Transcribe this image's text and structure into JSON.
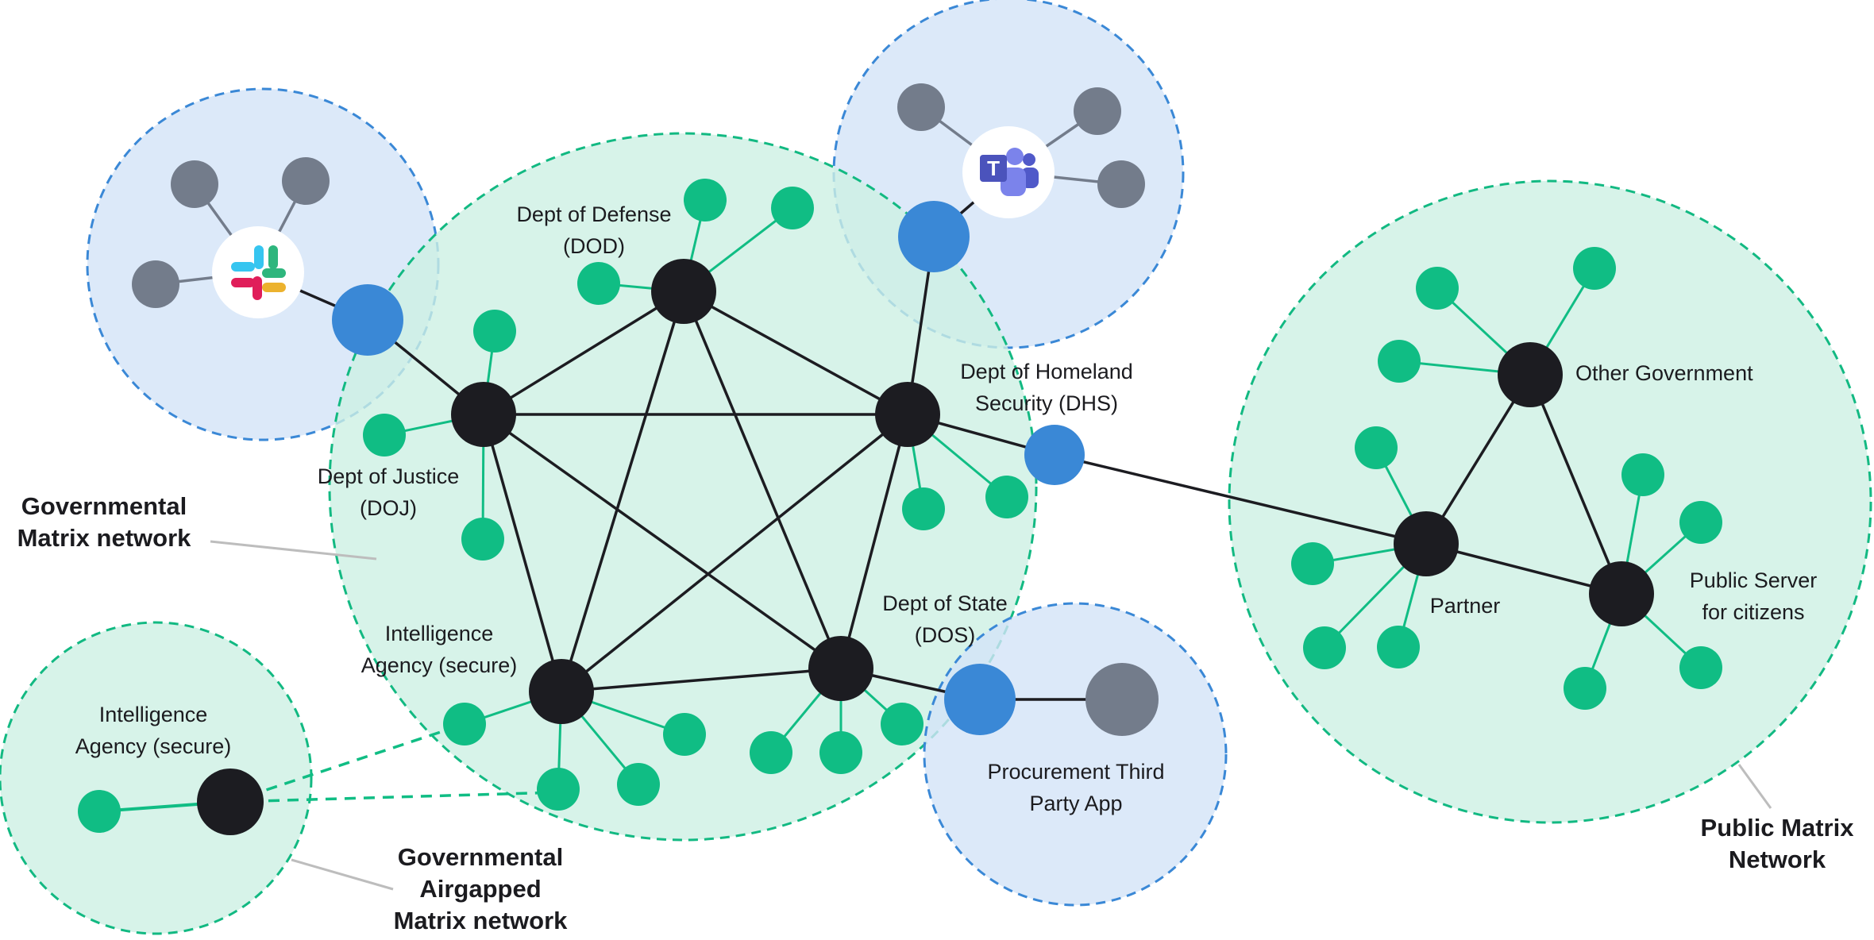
{
  "colors": {
    "green_fill": "#cdf0e4",
    "green_stroke": "#12b982",
    "blue_fill": "#d3e4f8",
    "blue_stroke": "#3a88d6",
    "node_black": "#1c1c21",
    "node_green": "#10bd84",
    "node_blue": "#3a88d6",
    "node_gray": "#737c8b",
    "edge_black": "#1c1c21",
    "edge_green": "#10bd84",
    "edge_gray": "#737c8b",
    "pointer_gray": "#bdbdbd"
  },
  "icons": {
    "slack": "slack-logo-icon",
    "teams": "microsoft-teams-logo-icon"
  },
  "labels": {
    "dod": [
      "Dept of Defense",
      "(DOD)"
    ],
    "dhs": [
      "Dept of Homeland",
      "Security (DHS)"
    ],
    "doj": [
      "Dept of Justice",
      "(DOJ)"
    ],
    "dos": [
      "Dept of State",
      "(DOS)"
    ],
    "intel_main": [
      "Intelligence",
      "Agency (secure)"
    ],
    "intel_airgap": [
      "Intelligence",
      "Agency (secure)"
    ],
    "procurement": [
      "Procurement Third",
      "Party App"
    ],
    "other_gov": [
      "Other Government"
    ],
    "partner": [
      "Partner"
    ],
    "public_server": [
      "Public Server",
      "for citizens"
    ]
  },
  "captions": {
    "gov_network": [
      "Governmental",
      "Matrix network"
    ],
    "airgap_network": [
      "Governmental",
      "Airgapped",
      "Matrix network"
    ],
    "public_network": [
      "Public Matrix",
      "Network"
    ]
  }
}
